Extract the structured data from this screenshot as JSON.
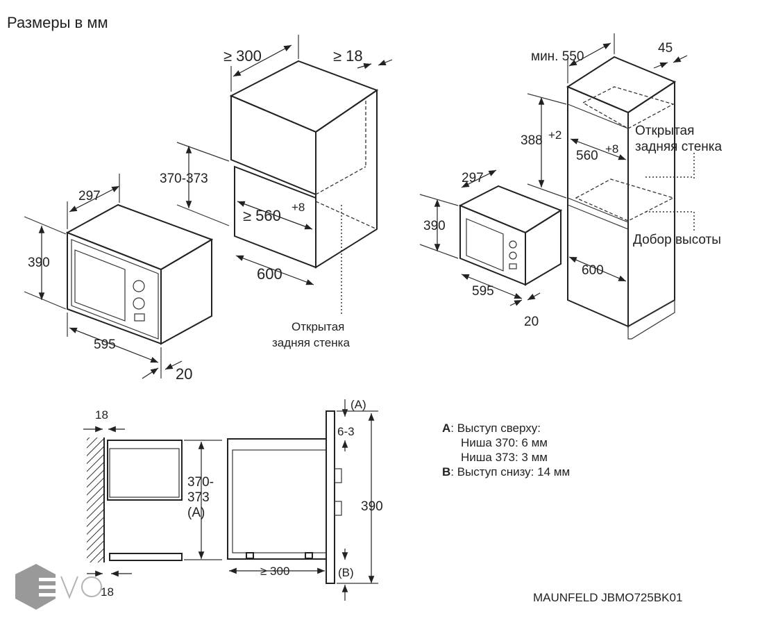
{
  "title": "Размеры в мм",
  "view_left": {
    "depth": "297",
    "height": "390",
    "width": "595",
    "front": "20"
  },
  "view_cabinet": {
    "depth": "≥ 300",
    "side": "≥ 18",
    "niche_height": "370-373",
    "niche_width": "≥ 560",
    "niche_width_tol": "+8",
    "width": "600",
    "open_back_1": "Открытая",
    "open_back_2": "задняя стенка"
  },
  "view_right": {
    "depth": "мин. 550",
    "side": "45",
    "niche_height": "388",
    "niche_height_tol": "+2",
    "niche_width": "560",
    "niche_width_tol": "+8",
    "open_back_1": "Открытая",
    "open_back_2": "задняя стенка",
    "height_fill": "Добор высоты",
    "width": "600",
    "mw_depth": "297",
    "mw_height": "390",
    "mw_width": "595",
    "mw_front": "20"
  },
  "view_side": {
    "panel": "18",
    "niche_1": "370-",
    "niche_2": "373",
    "niche_3": "(A)",
    "top_label": "(A)",
    "gap": "6-3",
    "height": "390",
    "depth": "≥ 300",
    "bottom_label": "(B)",
    "bottom_panel": "18"
  },
  "notes": {
    "a_key": "A",
    "a_text": ": Выступ сверху:",
    "line2": "Ниша 370: 6 мм",
    "line3": "Ниша 373: 3 мм",
    "b_key": "B",
    "b_text": ": Выступ снизу: 14 мм"
  },
  "model": "MAUNFELD JBMO725BK01",
  "watermark": "EVO"
}
